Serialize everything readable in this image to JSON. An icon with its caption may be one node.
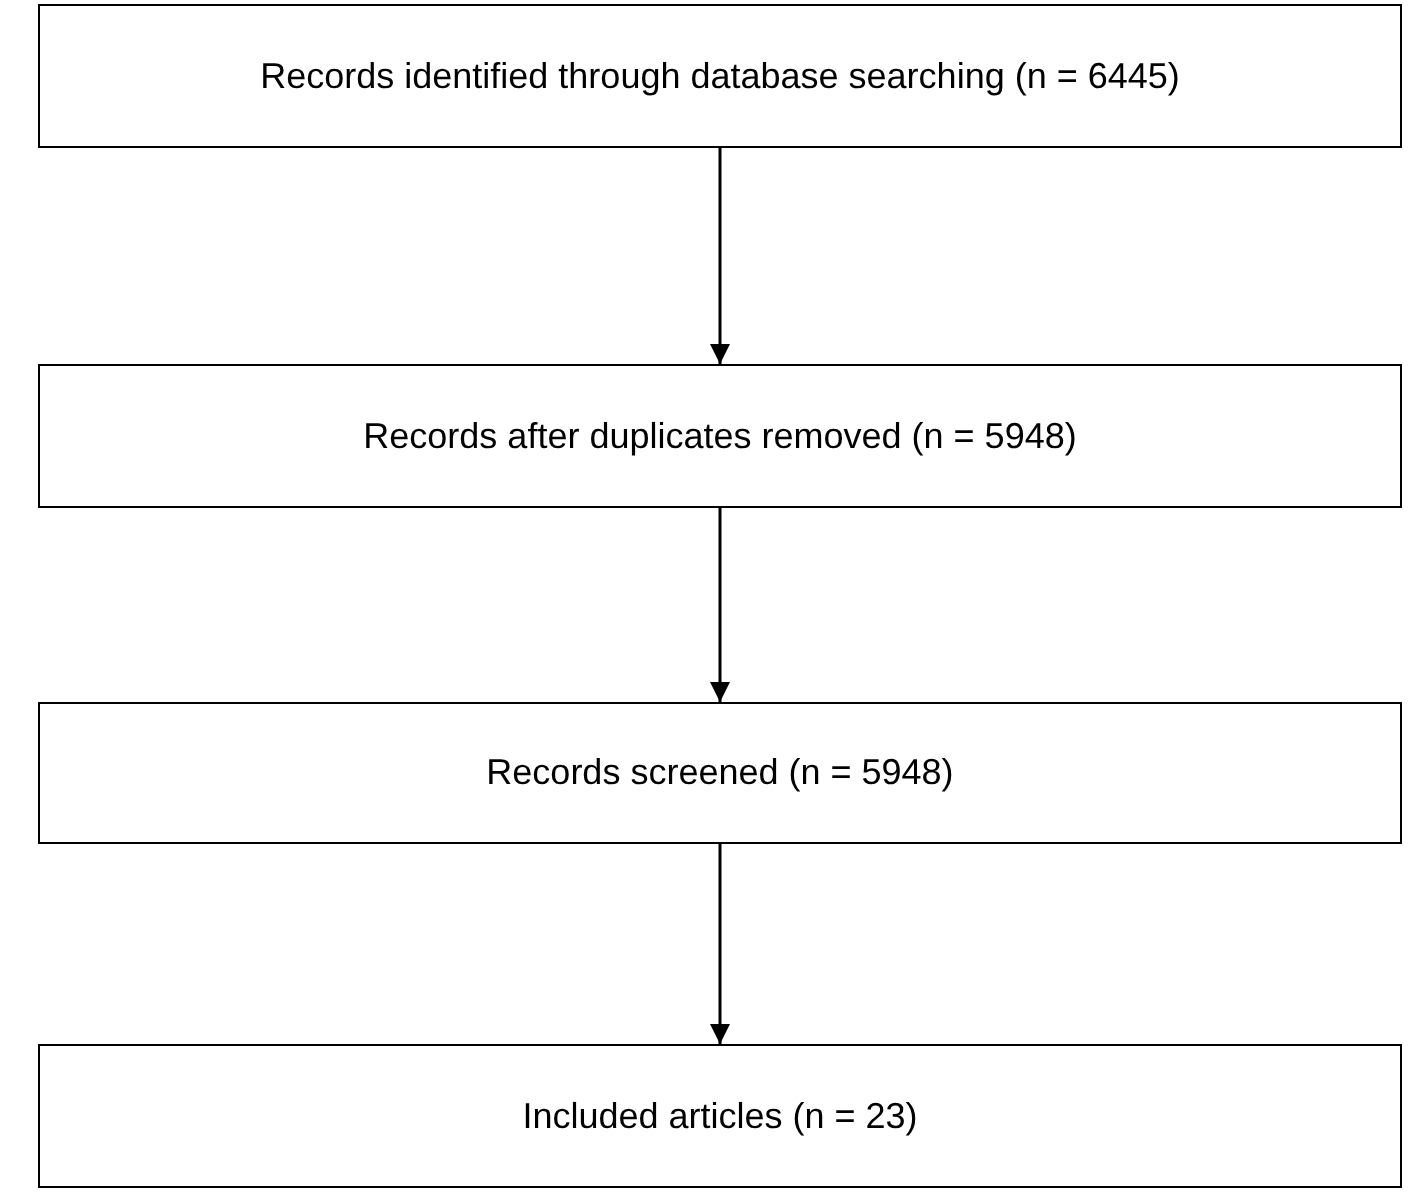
{
  "diagram": {
    "nodes": [
      {
        "text": [
          "Records identified through database searching (n = 6445)"
        ]
      },
      {
        "text": [
          "Records after duplicates removed (n = 5948)"
        ]
      },
      {
        "text": [
          "Records screened (n = 5948)"
        ]
      },
      {
        "text": [
          "Included articles (n = 23)"
        ]
      }
    ],
    "edges": [
      {
        "from": 0,
        "to": 1,
        "arrow": "to"
      },
      {
        "from": 1,
        "to": 2,
        "arrow": "to"
      },
      {
        "from": 2,
        "to": 3,
        "arrow": "to"
      }
    ]
  }
}
